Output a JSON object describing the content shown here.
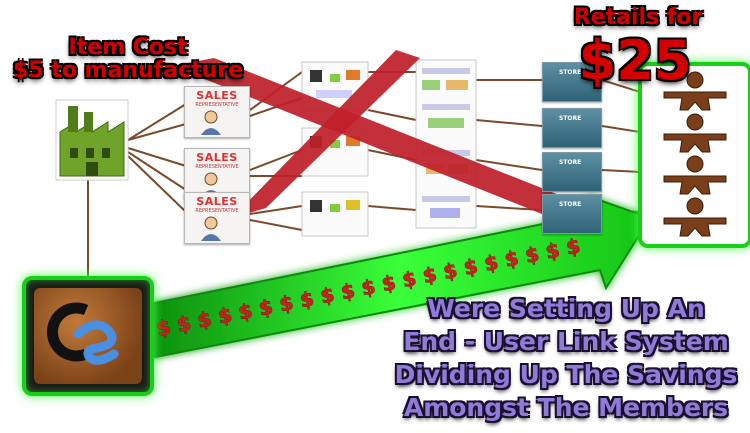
{
  "labels": {
    "item_cost_line1": "Item Cost",
    "item_cost_line2": "$5 to manufacture",
    "retails_for": "Retails for",
    "retail_price": "$25",
    "sales_title": "SALES",
    "sales_subtitle": "REPRESENTATIVE",
    "store_label": "STORE"
  },
  "arrow_text": "$ $ $ $ $ $ $ $ $ $ $ $ $ $ $ $ $ $ $ $ $",
  "caption": [
    "Were Setting Up An",
    "End - User  Link System",
    "Dividing Up The Savings",
    "Amongst The Members"
  ],
  "colors": {
    "caption_red": "#d40000",
    "caption_purple": "#8f7bd8",
    "arrow_green": "#2ee02e",
    "cross_red": "#c0202a",
    "frame_green": "#19d019"
  },
  "icons": [
    "factory-icon",
    "company-logo-icon",
    "store-icon",
    "person-icon"
  ]
}
